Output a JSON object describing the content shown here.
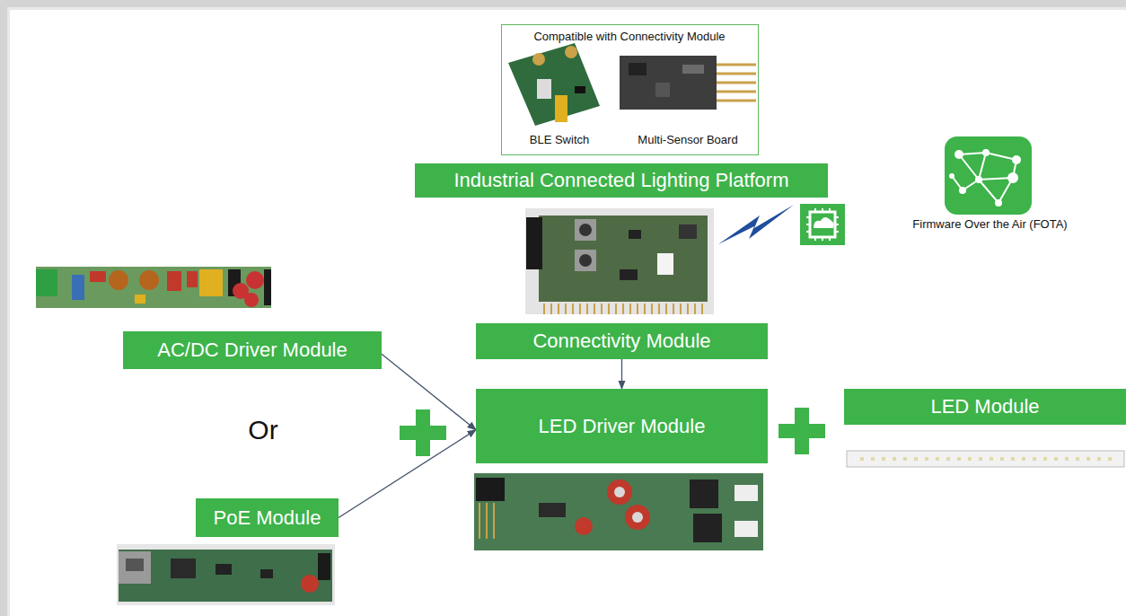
{
  "diagram": {
    "nodes": [
      {
        "text": [
          "Compatible with Connectivity Module",
          "BLE Switch",
          "Multi-Sensor Board"
        ]
      },
      {
        "text": [
          "Industrial Connected Lighting Platform"
        ]
      },
      {
        "text": [
          "Connectivity Module"
        ]
      },
      {
        "text": [
          "AC/DC Driver Module"
        ]
      },
      {
        "text": [
          "LED Driver Module"
        ]
      },
      {
        "text": [
          "LED Module"
        ]
      },
      {
        "text": [
          "PoE Module"
        ]
      }
    ],
    "edges": [
      {
        "from": 3,
        "to": 4,
        "arrow": "to"
      },
      {
        "from": 6,
        "to": 4,
        "arrow": "to"
      },
      {
        "from": 2,
        "to": 4,
        "arrow": "to"
      }
    ],
    "labels": [
      "Or",
      "Firmware Over the Air (FOTA)"
    ]
  }
}
